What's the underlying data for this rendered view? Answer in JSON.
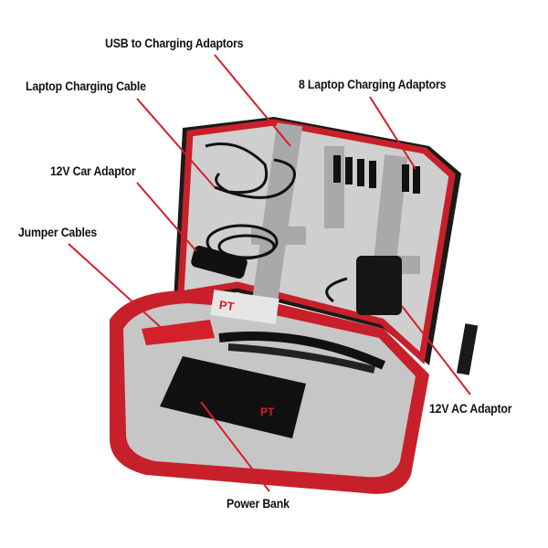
{
  "labels": {
    "usb": "USB to Charging Adaptors",
    "laptop_cable": "Laptop Charging Cable",
    "laptop_adaptors": "8 Laptop Charging Adaptors",
    "car_adaptor": "12V Car Adaptor",
    "jumper": "Jumper Cables",
    "ac_adaptor": "12V AC Adaptor",
    "power_bank": "Power Bank"
  },
  "colors": {
    "accent": "#d3202a",
    "case_red": "#c8202a",
    "interior": "#c9c9c9",
    "strap": "#a9a9a9"
  }
}
